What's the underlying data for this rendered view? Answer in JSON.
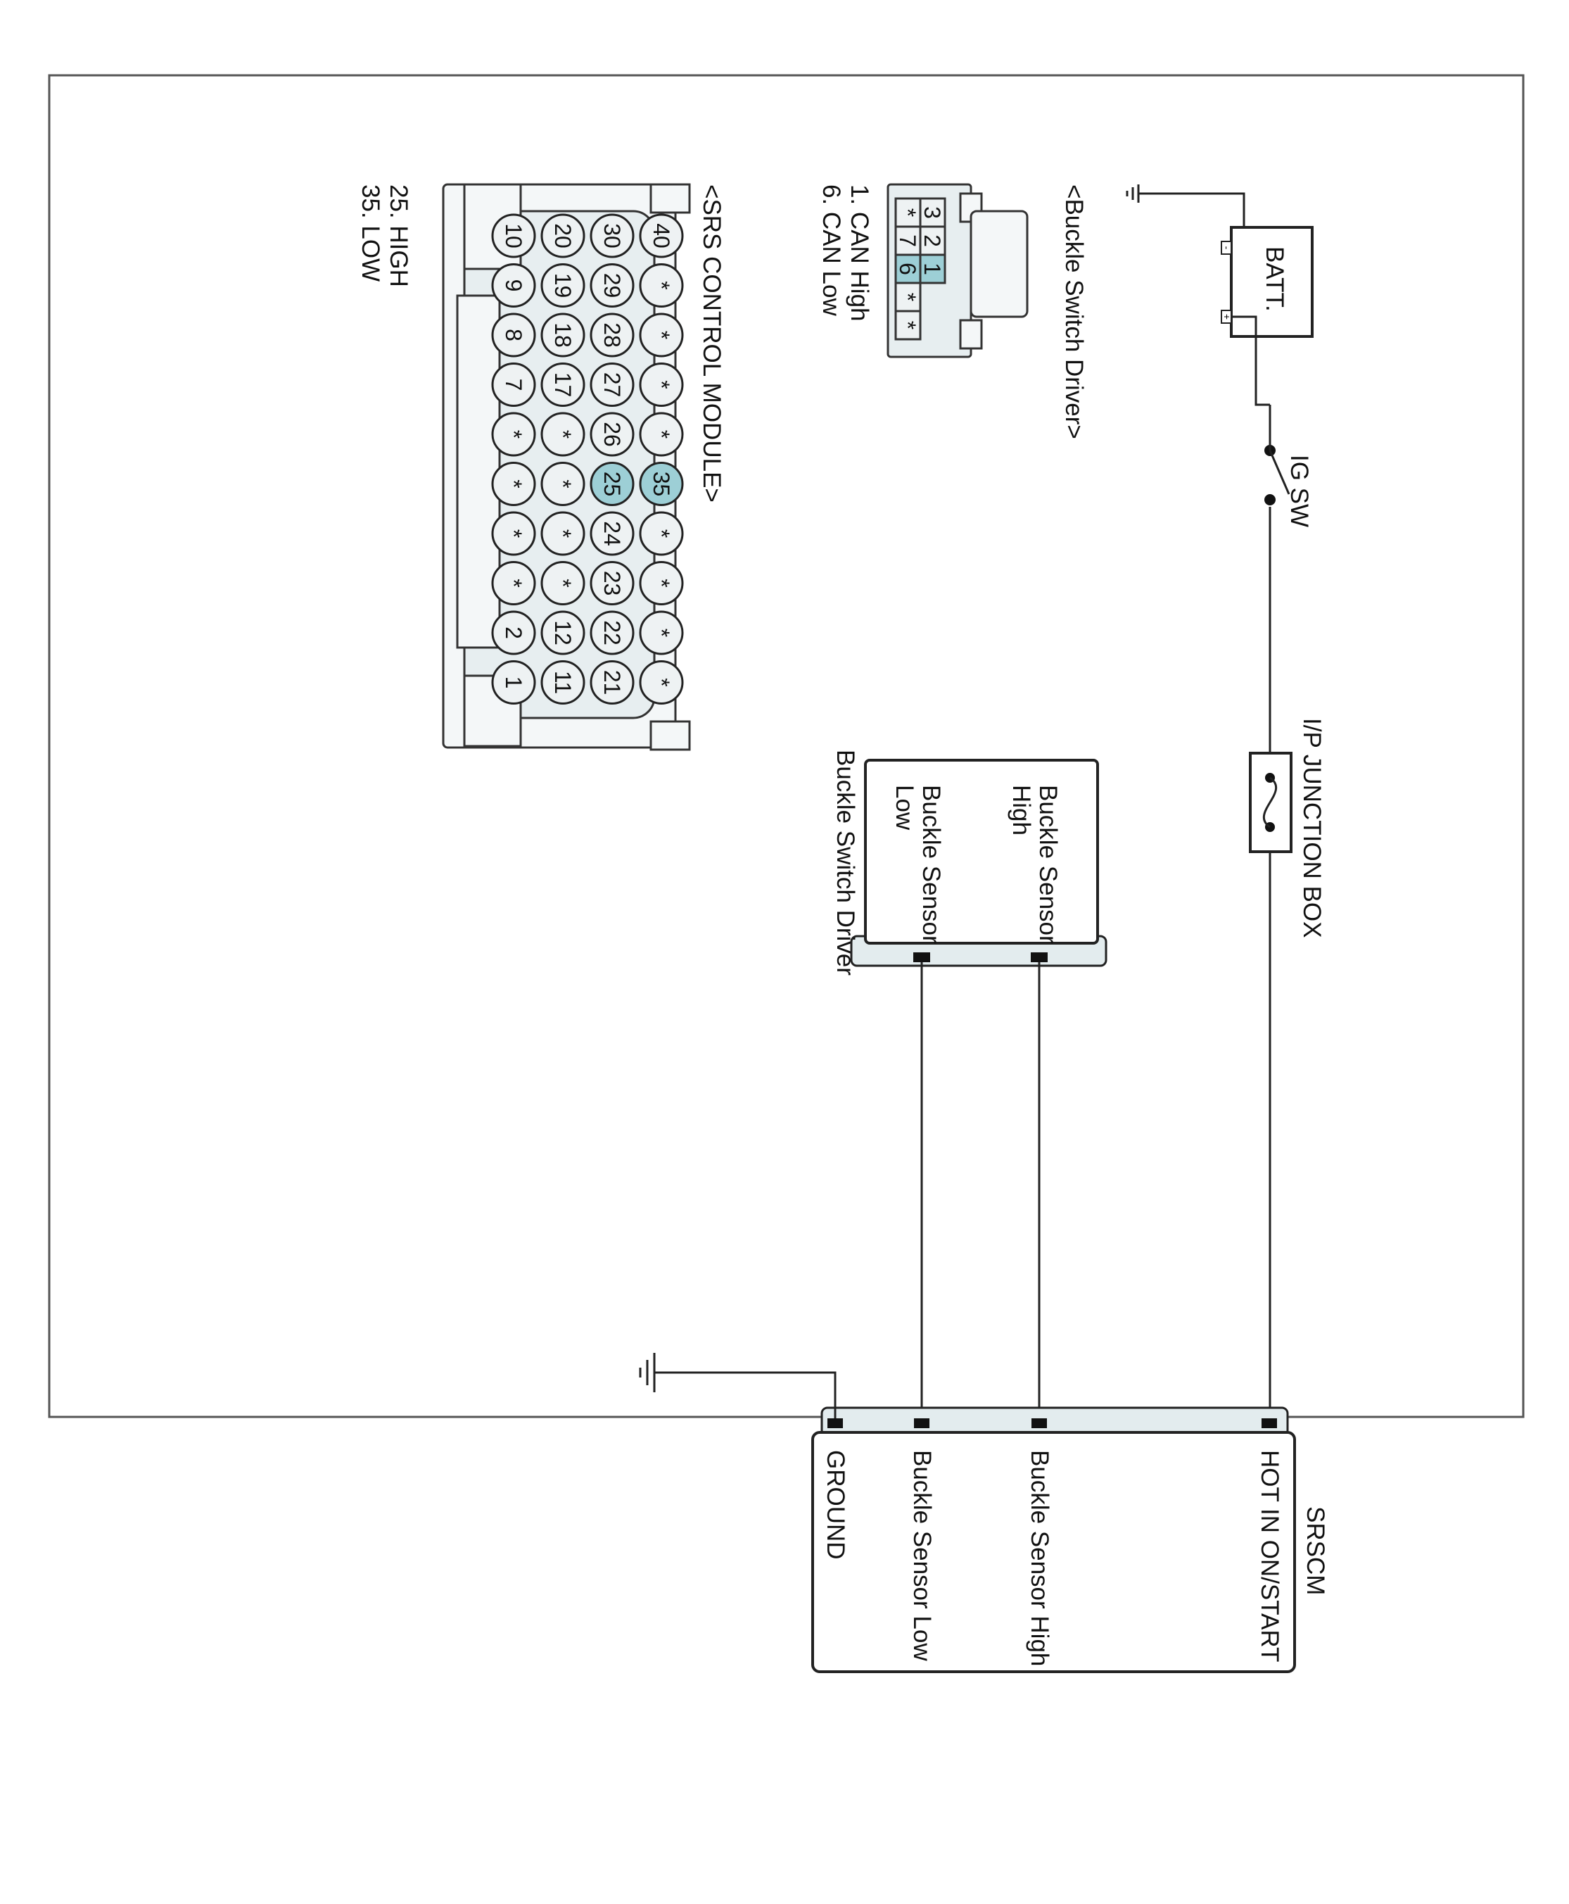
{
  "diagram": {
    "batt": {
      "label": "BATT.",
      "minus": "-",
      "plus": "+"
    },
    "ig_sw": {
      "label": "IG SW"
    },
    "junction_box": {
      "label": "I/P JUNCTION BOX"
    },
    "buckle_driver": {
      "pin_high_label": "Buckle Sensor High",
      "pin_high_l1": "Buckle Sensor",
      "pin_high_l2": "High",
      "pin_low_l1": "Buckle Sensor",
      "pin_low_l2": "Low",
      "name": "Buckle Switch Driver"
    },
    "srscm": {
      "name": "SRSCM",
      "pins": [
        "HOT IN ON/START",
        "Buckle Sensor High",
        "Buckle Sensor Low",
        "GROUND"
      ]
    },
    "buckle_connector": {
      "title": "<Buckle Switch Driver>",
      "pin_notes": [
        "1. CAN High",
        "6. CAN Low"
      ],
      "cells": [
        [
          "3",
          "2",
          "1"
        ],
        [
          "*",
          "7",
          "6",
          "*",
          "*"
        ]
      ]
    },
    "srs_connector": {
      "title": "<SRS CONTROL MODULE>",
      "pin_notes": [
        "25. HIGH",
        "35. LOW"
      ],
      "rows": [
        [
          "10",
          "9",
          "8",
          "7",
          "*",
          "*",
          "*",
          "*",
          "2",
          "1"
        ],
        [
          "20",
          "19",
          "18",
          "17",
          "*",
          "*",
          "*",
          "*",
          "12",
          "11"
        ],
        [
          "30",
          "29",
          "28",
          "27",
          "26",
          "25",
          "24",
          "23",
          "22",
          "21"
        ],
        [
          "40",
          "*",
          "*",
          "*",
          "*",
          "35",
          "*",
          "*",
          "*",
          "*"
        ]
      ],
      "highlighted": [
        "25",
        "35"
      ]
    },
    "colors": {
      "highlight": "#9dcfd6",
      "connector_fill": "#e7eef0",
      "line": "#222222"
    }
  }
}
